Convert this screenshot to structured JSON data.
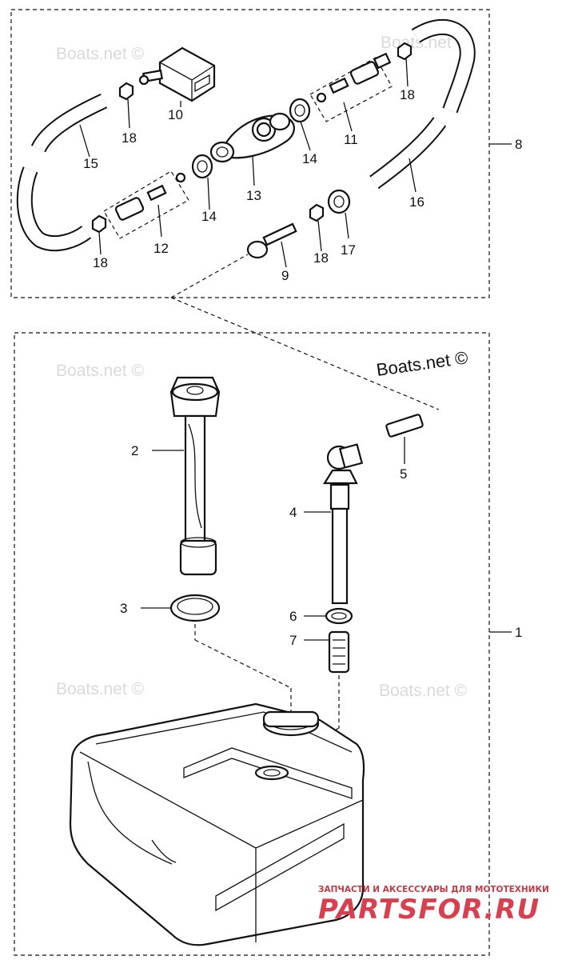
{
  "watermark": {
    "text": "Boats.net ©",
    "main_text": "Boats.net ©"
  },
  "brand": {
    "tagline": "ЗАПЧАСТИ И АКСЕССУАРЫ ДЛЯ МОТОТЕХНИКИ",
    "name": "PARTSFOR.RU"
  },
  "callouts": {
    "c1": "1",
    "c2": "2",
    "c3": "3",
    "c4": "4",
    "c5": "5",
    "c6": "6",
    "c7": "7",
    "c8": "8",
    "c9": "9",
    "c10": "10",
    "c11": "11",
    "c12": "12",
    "c13": "13",
    "c14a": "14",
    "c14b": "14",
    "c15": "15",
    "c16": "16",
    "c17": "17",
    "c18a": "18",
    "c18b": "18",
    "c18c": "18",
    "c18d": "18"
  }
}
